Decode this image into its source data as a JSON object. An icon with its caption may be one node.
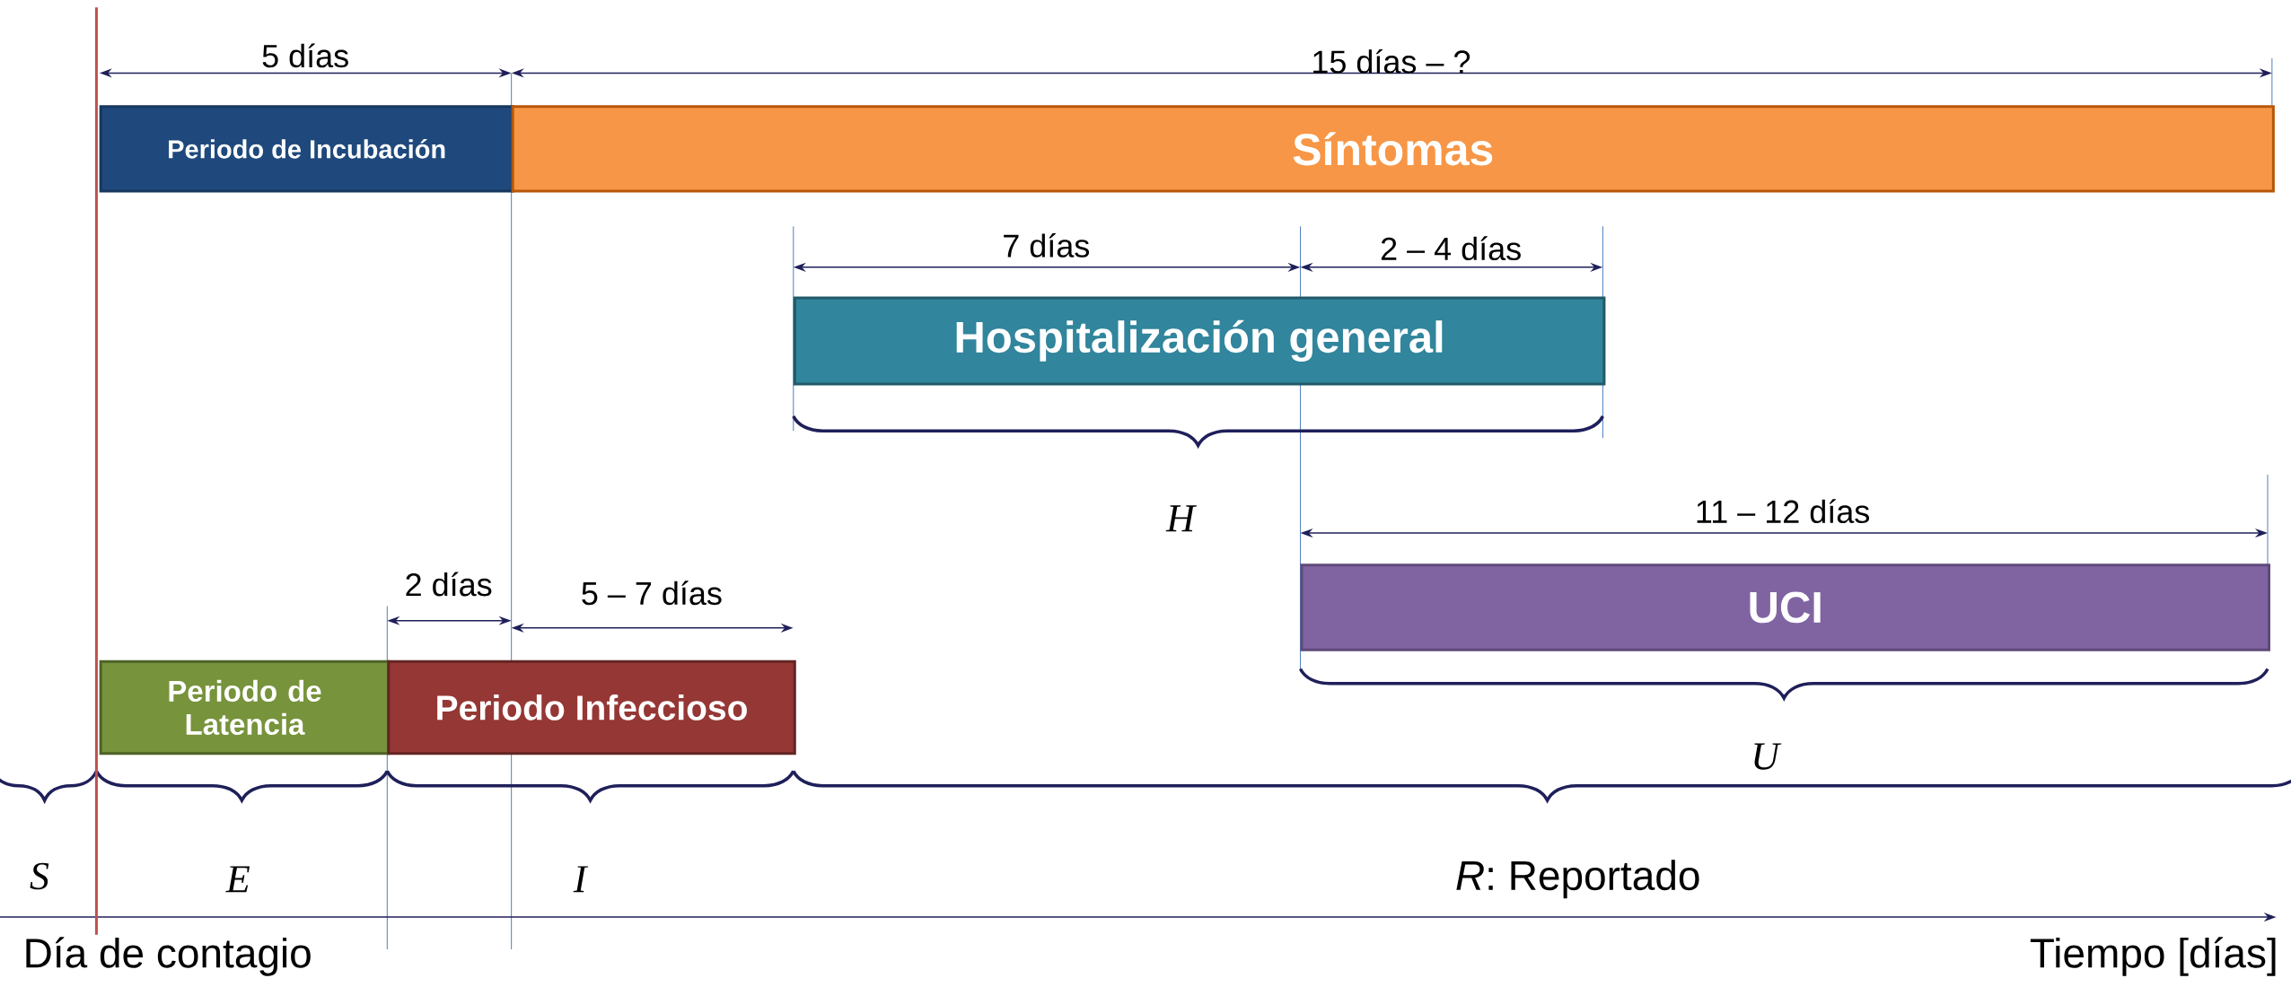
{
  "diagram": {
    "nodes": [
      {
        "text": [
          "Periodo de Incubación"
        ]
      },
      {
        "text": [
          "Síntomas"
        ]
      },
      {
        "text": [
          "Hospitalización general"
        ]
      },
      {
        "text": [
          "UCI"
        ]
      },
      {
        "text": [
          "Periodo de Latencia"
        ]
      },
      {
        "text": [
          "Periodo Infeccioso"
        ]
      }
    ],
    "labels": [
      "5 días",
      "15 días – ?",
      "7 días",
      "2 – 4 días",
      "H",
      "11 – 12 días",
      "2 días",
      "5 – 7 días",
      "U",
      "S",
      "E",
      "I",
      "*R*: Reportado",
      "Día de contagio",
      "Tiempo [días]"
    ]
  }
}
